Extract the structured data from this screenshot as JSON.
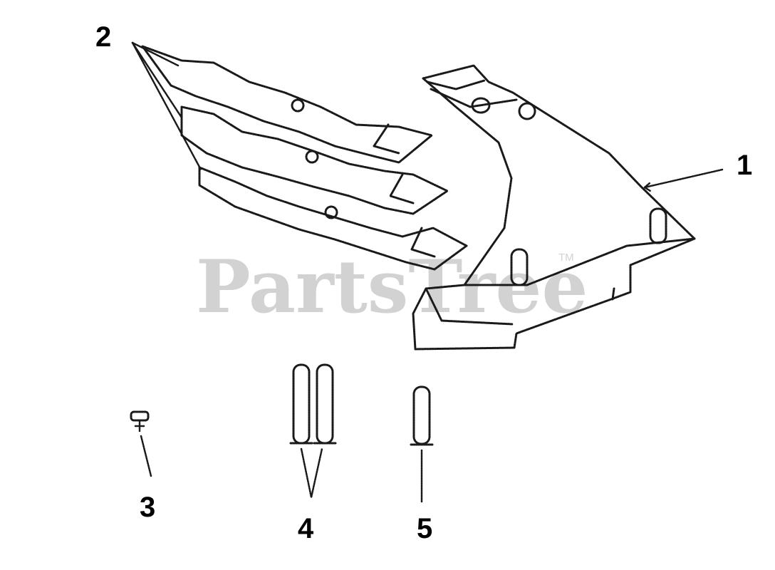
{
  "watermark": {
    "text": "PartsTree",
    "trademark": "TM"
  },
  "callouts": {
    "part1": "1",
    "part2": "2",
    "part3": "3",
    "part4": "4",
    "part5": "5"
  },
  "colors": {
    "line": "#1a1a1a",
    "watermark": "#d2d2d2",
    "background": "#ffffff"
  }
}
